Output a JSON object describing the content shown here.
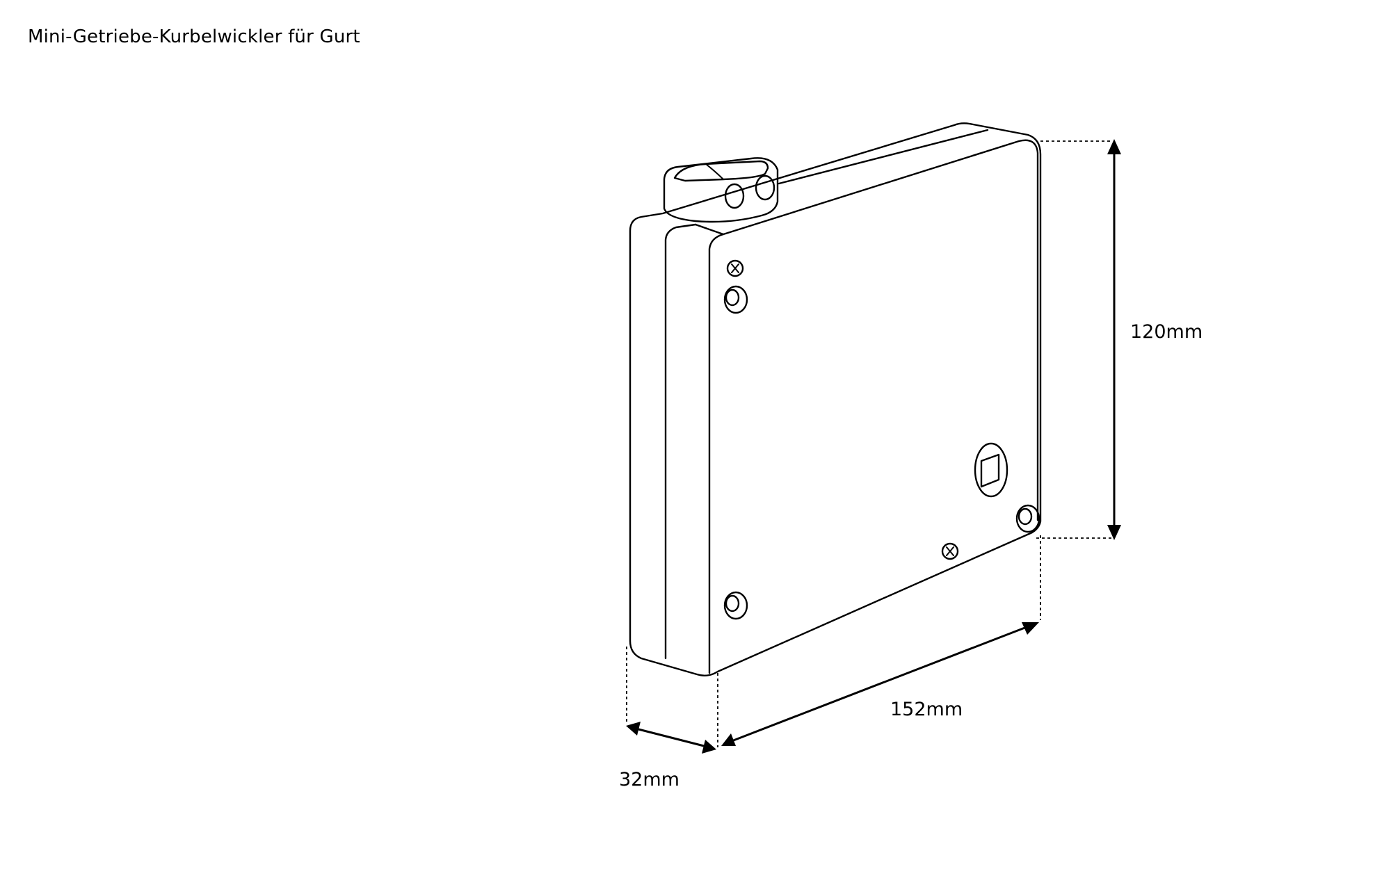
{
  "title": "Mini-Getriebe-Kurbelwickler für Gurt",
  "dimensions": {
    "height": "120mm",
    "width": "152mm",
    "depth": "32mm"
  }
}
